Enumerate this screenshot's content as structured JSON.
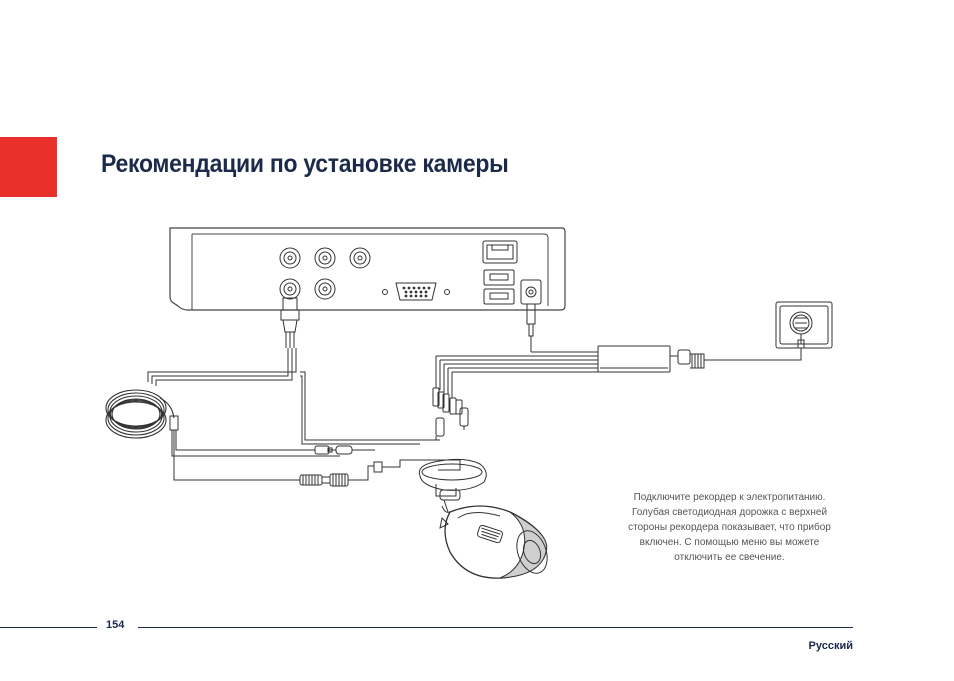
{
  "page": {
    "title": "Рекомендации по установке камеры",
    "page_number": "154",
    "language": "Русский",
    "accent_color": "#e8312a",
    "text_color": "#1b2a4a"
  },
  "caption": {
    "lines": [
      "Подключите рекордер к электропитанию.",
      "Голубая светодиодная дорожка с верхней",
      "стороны рекордера показывает, что прибор",
      "включен. С помощью меню вы можете",
      "отключить ее свечение."
    ]
  },
  "diagram": {
    "components": [
      "recorder-rear-panel",
      "bnc-ports",
      "vga-port",
      "ethernet-port",
      "usb-ports",
      "power-port",
      "coiled-cable",
      "power-adapter",
      "wall-socket",
      "bullet-camera"
    ]
  }
}
